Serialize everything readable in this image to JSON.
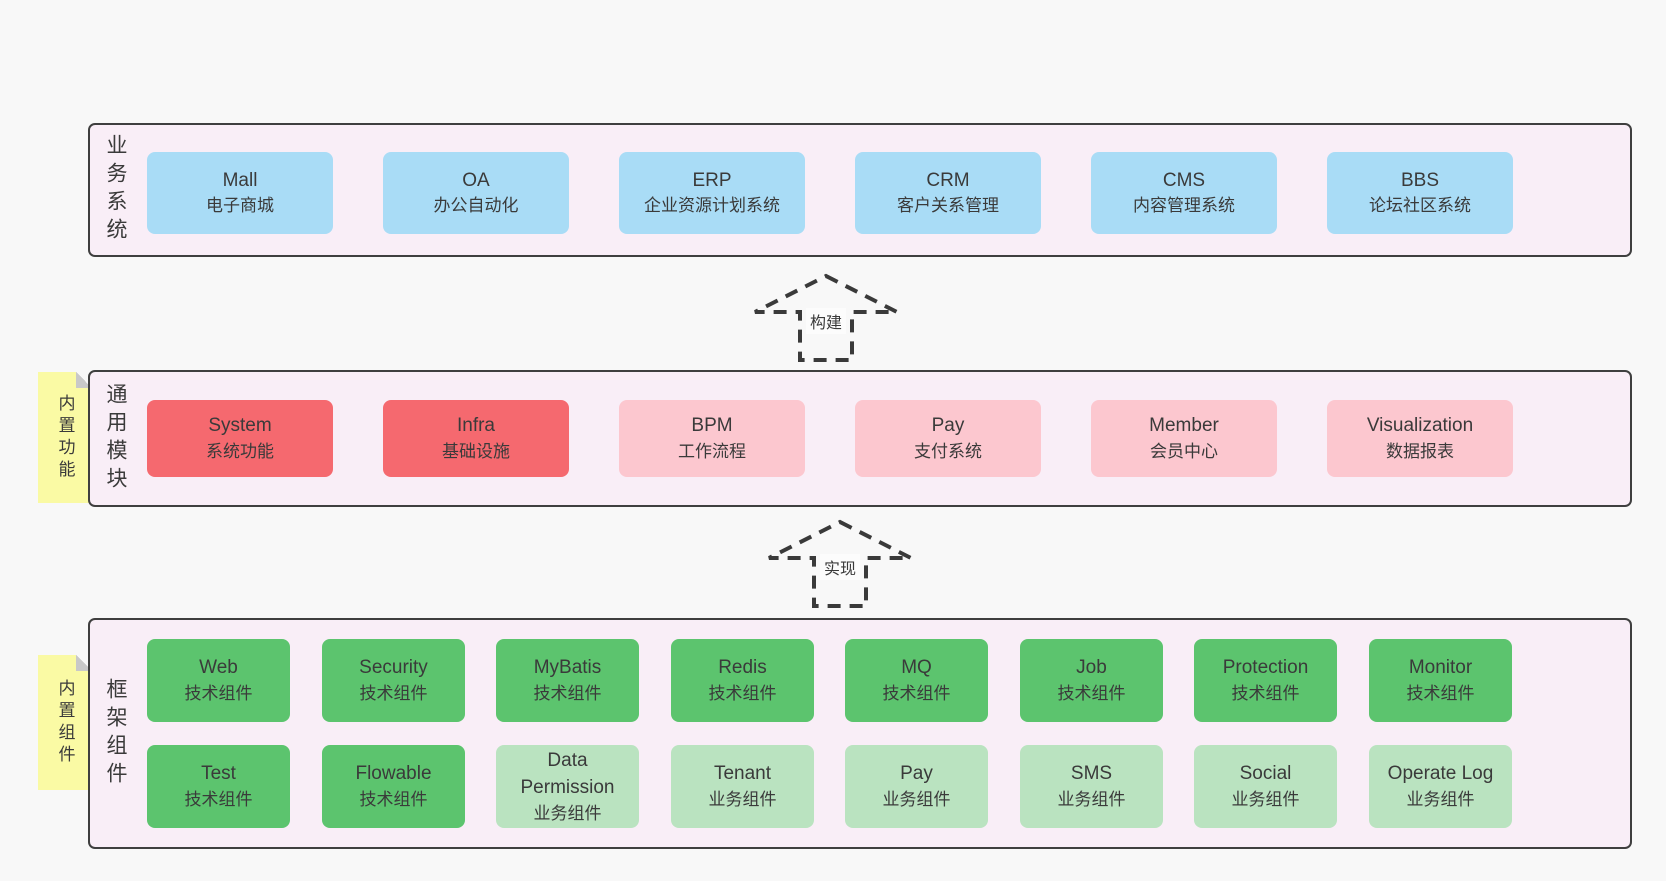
{
  "palette": {
    "background": "#f8f8f8",
    "panel_fill": "#f9eef7",
    "panel_border": "#3f3f3f",
    "blue_box": "#a9dcf6",
    "red_box": "#f5696f",
    "pink_box": "#fcc7cf",
    "green_dark_box": "#5cc46e",
    "green_light_box": "#bae3c0",
    "note_yellow": "#fafaa4",
    "note_fold_gray": "#c8c8c8",
    "text": "#3a3a3a"
  },
  "sections": {
    "business": {
      "label": "业务系统",
      "boxes": [
        {
          "title": "Mall",
          "subtitle": "电子商城"
        },
        {
          "title": "OA",
          "subtitle": "办公自动化"
        },
        {
          "title": "ERP",
          "subtitle": "企业资源计划系统"
        },
        {
          "title": "CRM",
          "subtitle": "客户关系管理"
        },
        {
          "title": "CMS",
          "subtitle": "内容管理系统"
        },
        {
          "title": "BBS",
          "subtitle": "论坛社区系统"
        }
      ]
    },
    "modules": {
      "note": "内置功能",
      "label": "通用模块",
      "boxes": [
        {
          "title": "System",
          "subtitle": "系统功能"
        },
        {
          "title": "Infra",
          "subtitle": "基础设施"
        },
        {
          "title": "BPM",
          "subtitle": "工作流程"
        },
        {
          "title": "Pay",
          "subtitle": "支付系统"
        },
        {
          "title": "Member",
          "subtitle": "会员中心"
        },
        {
          "title": "Visualization",
          "subtitle": "数据报表"
        }
      ]
    },
    "components": {
      "note": "内置组件",
      "label": "框架组件",
      "rows": [
        [
          {
            "title": "Web",
            "subtitle": "技术组件"
          },
          {
            "title": "Security",
            "subtitle": "技术组件"
          },
          {
            "title": "MyBatis",
            "subtitle": "技术组件"
          },
          {
            "title": "Redis",
            "subtitle": "技术组件"
          },
          {
            "title": "MQ",
            "subtitle": "技术组件"
          },
          {
            "title": "Job",
            "subtitle": "技术组件"
          },
          {
            "title": "Protection",
            "subtitle": "技术组件"
          },
          {
            "title": "Monitor",
            "subtitle": "技术组件"
          }
        ],
        [
          {
            "title": "Test",
            "subtitle": "技术组件"
          },
          {
            "title": "Flowable",
            "subtitle": "技术组件"
          },
          {
            "title": "Data Permission",
            "subtitle": "业务组件"
          },
          {
            "title": "Tenant",
            "subtitle": "业务组件"
          },
          {
            "title": "Pay",
            "subtitle": "业务组件"
          },
          {
            "title": "SMS",
            "subtitle": "业务组件"
          },
          {
            "title": "Social",
            "subtitle": "业务组件"
          },
          {
            "title": "Operate Log",
            "subtitle": "业务组件"
          }
        ]
      ]
    }
  },
  "arrows": [
    {
      "label": "构建"
    },
    {
      "label": "实现"
    }
  ]
}
